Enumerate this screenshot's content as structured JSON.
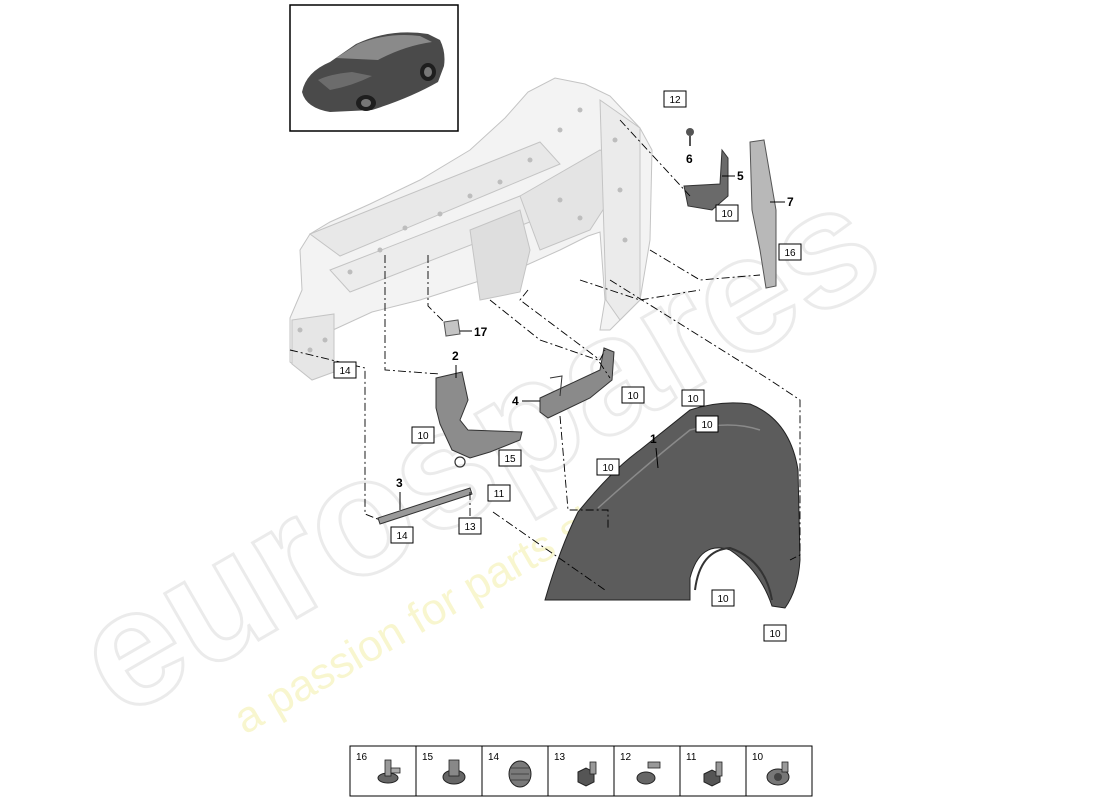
{
  "watermark": {
    "brand": "eurospares",
    "tagline": "a passion for parts since 1985"
  },
  "thumbnail": {
    "icon": "car-thumbnail-icon"
  },
  "parts": [
    {
      "id": "1"
    },
    {
      "id": "2"
    },
    {
      "id": "3"
    },
    {
      "id": "4"
    },
    {
      "id": "5"
    },
    {
      "id": "6"
    },
    {
      "id": "7"
    },
    {
      "id": "17"
    }
  ],
  "boxed_refs": [
    {
      "id": "12"
    },
    {
      "id": "10"
    },
    {
      "id": "16"
    },
    {
      "id": "14"
    },
    {
      "id": "10"
    },
    {
      "id": "10"
    },
    {
      "id": "15"
    },
    {
      "id": "10"
    },
    {
      "id": "10"
    },
    {
      "id": "10"
    },
    {
      "id": "11"
    },
    {
      "id": "13"
    },
    {
      "id": "14"
    },
    {
      "id": "10"
    },
    {
      "id": "10"
    }
  ],
  "fastener_legend": [
    {
      "number": "16",
      "icon": "rivet-icon"
    },
    {
      "number": "15",
      "icon": "flange-bolt-icon"
    },
    {
      "number": "14",
      "icon": "grommet-icon"
    },
    {
      "number": "13",
      "icon": "hex-bolt-icon"
    },
    {
      "number": "12",
      "icon": "torx-bolt-icon"
    },
    {
      "number": "11",
      "icon": "stud-bolt-icon"
    },
    {
      "number": "10",
      "icon": "washer-bolt-icon"
    }
  ]
}
